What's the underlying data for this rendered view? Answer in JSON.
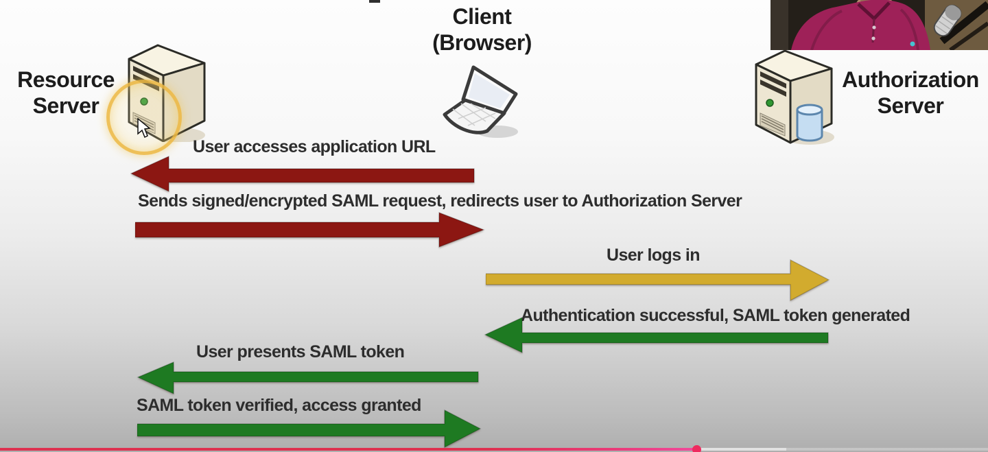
{
  "entities": {
    "resource_server": {
      "line1": "Resource",
      "line2": "Server"
    },
    "client": {
      "line1": "Client",
      "line2": "(Browser)"
    },
    "authorization_server": {
      "line1": "Authorization",
      "line2": "Server"
    }
  },
  "flows": [
    {
      "label": "User accesses application URL",
      "direction": "left",
      "color": "#8c1712"
    },
    {
      "label": "Sends signed/encrypted SAML request, redirects user to Authorization Server",
      "direction": "right",
      "color": "#8c1712"
    },
    {
      "label": "User logs in",
      "direction": "right",
      "color": "#d2ab2e"
    },
    {
      "label": "Authentication successful, SAML token generated",
      "direction": "left",
      "color": "#1e7a22"
    },
    {
      "label": "User presents SAML token",
      "direction": "left",
      "color": "#1e7a22"
    },
    {
      "label": "SAML token verified, access granted",
      "direction": "right",
      "color": "#1e7a22"
    }
  ],
  "icons": {
    "resource_server": "server-tower-icon",
    "client": "laptop-icon",
    "authorization_server": "server-database-icon",
    "cursor": "mouse-pointer-icon",
    "highlight": "click-highlight-ring"
  },
  "highlight": {
    "ring_color": "#ecb742"
  },
  "player": {
    "played_fraction": 0.705,
    "buffered_fraction": 0.795,
    "played_color_start": "#dd3150",
    "played_color_end": "#f04a9b",
    "playhead_color": "#ee2a5e"
  },
  "webcam": {
    "shirt_color": "#9e2158",
    "skin_color": "#b5886c",
    "mic_color": "#d2d2d2",
    "background_left": "#241f19",
    "background_right": "#6e5b40"
  },
  "palette": {
    "arrow_dark_red": "#8c1712",
    "arrow_yellow": "#d2ab2e",
    "arrow_green": "#1e7a22",
    "server_front": "#ede6d2",
    "server_top": "#f8f3e3",
    "server_side": "#e3dbc5",
    "database_blue": "#c5ddf2",
    "text_color": "#2d2d2d"
  }
}
